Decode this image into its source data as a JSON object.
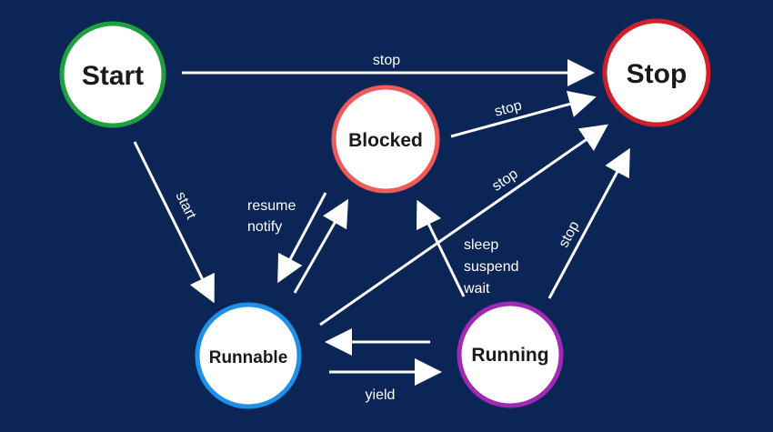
{
  "diagram": {
    "background": "#0b2656",
    "nodes": {
      "start": {
        "label": "Start",
        "ring_color": "#1ea03c"
      },
      "stop": {
        "label": "Stop",
        "ring_color": "#d0202a"
      },
      "blocked": {
        "label": "Blocked",
        "ring_color": "#f25a5a"
      },
      "runnable": {
        "label": "Runnable",
        "ring_color": "#1e90e8"
      },
      "running": {
        "label": "Running",
        "ring_color": "#a02ab4"
      }
    },
    "edges": {
      "start_stop": "stop",
      "blocked_stop": "stop",
      "runnable_stop": "stop",
      "running_stop": "stop",
      "start_runnable": "start",
      "blocked_runnable_line1": "resume",
      "blocked_runnable_line2": "notify",
      "running_blocked_line1": "sleep",
      "running_blocked_line2": "suspend",
      "running_blocked_line3": "wait",
      "runnable_running": "yield"
    }
  }
}
